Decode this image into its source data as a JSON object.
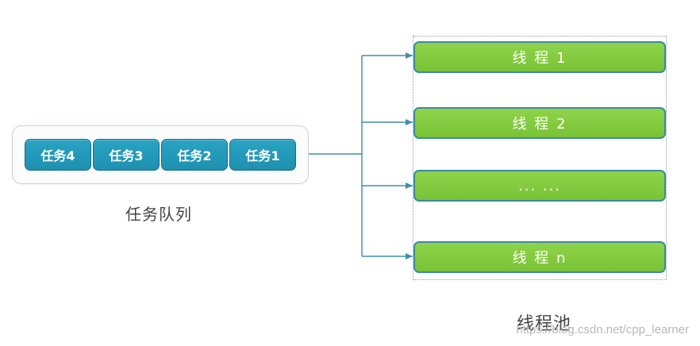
{
  "queue": {
    "tasks": [
      "任务4",
      "任务3",
      "任务2",
      "任务1"
    ],
    "caption": "任务队列"
  },
  "pool": {
    "threads": [
      "线 程 1",
      "线 程 2",
      "... ...",
      "线 程 n"
    ],
    "caption": "线程池"
  },
  "watermark": "https://blog.csdn.net/cpp_learner",
  "colors": {
    "task_fill": "#1f90b0",
    "thread_fill": "#79c236",
    "thread_border": "#3b8b9e",
    "connector": "#3e8fa8"
  }
}
